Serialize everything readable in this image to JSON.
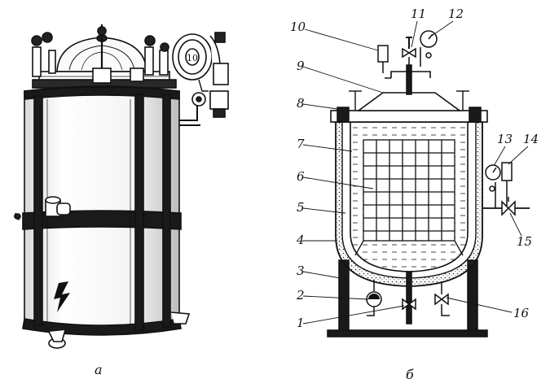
{
  "captions": {
    "left": "а",
    "right": "б"
  },
  "callouts": [
    "1",
    "2",
    "3",
    "4",
    "5",
    "6",
    "7",
    "8",
    "9",
    "10",
    "11",
    "12",
    "13",
    "14",
    "15",
    "16"
  ],
  "colors": {
    "ink": "#111111",
    "paper": "#ffffff",
    "fill_light": "#f3f3f3",
    "fill_dark": "#1a1a1a"
  },
  "icons": {
    "lightning": "high-voltage-symbol",
    "gauge": "pressure-gauge",
    "valve": "valve",
    "safety": "safety-valve",
    "drain": "drain-tap"
  }
}
